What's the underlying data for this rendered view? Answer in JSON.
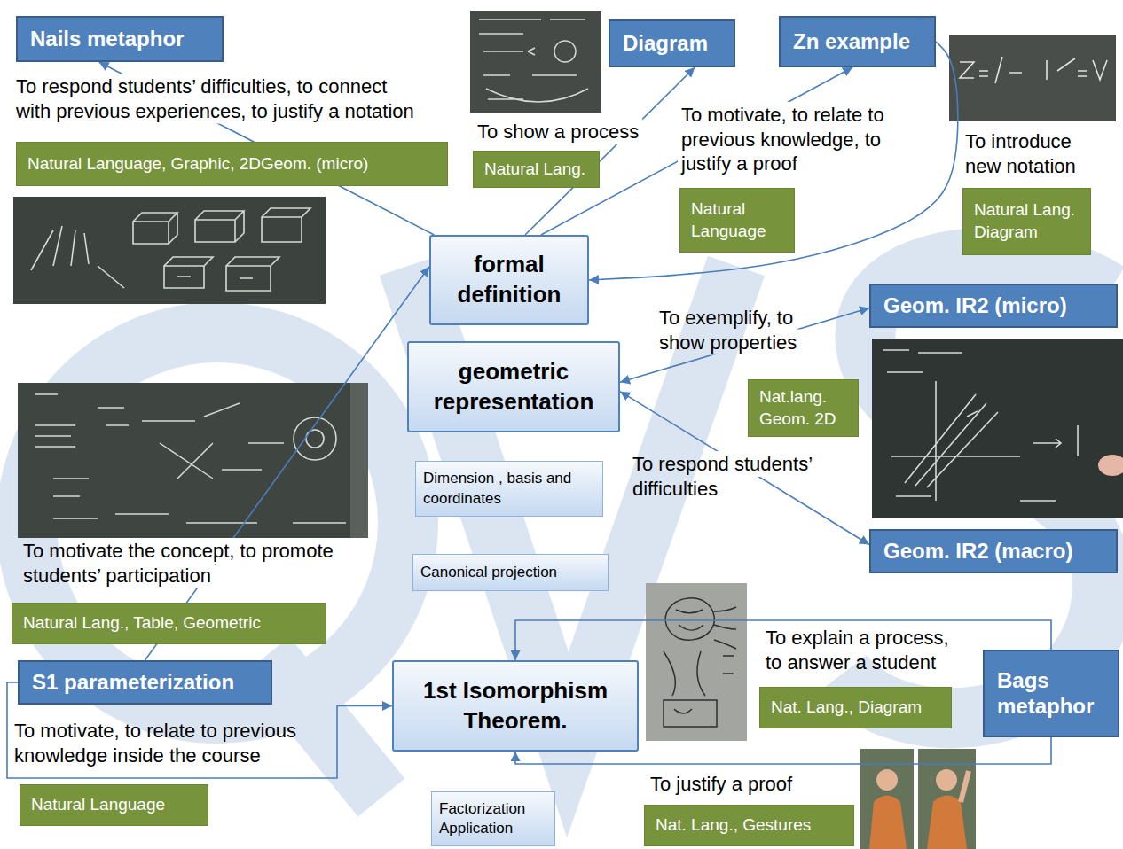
{
  "diagram": {
    "nodes": [
      {
        "text": [
          "Nails metaphor"
        ]
      },
      {
        "text": [
          "Diagram"
        ]
      },
      {
        "text": [
          "Zn example"
        ]
      },
      {
        "text": [
          "Natural Language, Graphic, 2DGeom. (micro)"
        ]
      },
      {
        "text": [
          "Natural Lang."
        ]
      },
      {
        "text": [
          "Natural Language"
        ]
      },
      {
        "text": [
          "Natural Lang. Diagram"
        ]
      },
      {
        "text": [
          "formal definition"
        ]
      },
      {
        "text": [
          "Geom. IR2 (micro)"
        ]
      },
      {
        "text": [
          "geometric representation"
        ]
      },
      {
        "text": [
          "Nat.lang. Geom. 2D"
        ]
      },
      {
        "text": [
          "Dimension , basis and coordinates"
        ]
      },
      {
        "text": [
          "Geom. IR2 (macro)"
        ]
      },
      {
        "text": [
          "Canonical projection"
        ]
      },
      {
        "text": [
          "Natural Lang., Table, Geometric"
        ]
      },
      {
        "text": [
          "S1 parameterization"
        ]
      },
      {
        "text": [
          "1st Isomorphism Theorem."
        ]
      },
      {
        "text": [
          "Bags metaphor"
        ]
      },
      {
        "text": [
          "Nat. Lang., Diagram"
        ]
      },
      {
        "text": [
          "Natural Language"
        ]
      },
      {
        "text": [
          "Factorization Application"
        ]
      },
      {
        "text": [
          "Nat. Lang., Gestures"
        ]
      }
    ],
    "edges": [
      {
        "from": 7,
        "to": 0,
        "arrow": "to"
      },
      {
        "from": 7,
        "to": 1,
        "arrow": "to"
      },
      {
        "from": 7,
        "to": 2,
        "arrow": "to"
      },
      {
        "from": 2,
        "to": 7,
        "arrow": "to"
      },
      {
        "from": 15,
        "to": 7,
        "arrow": "to"
      },
      {
        "from": 15,
        "to": 16,
        "arrow": "to"
      },
      {
        "from": 9,
        "to": 8,
        "arrow": "both"
      },
      {
        "from": 9,
        "to": 12,
        "arrow": "both"
      },
      {
        "from": 17,
        "to": 16,
        "arrow": "to"
      },
      {
        "from": 17,
        "to": 16,
        "arrow": "to"
      }
    ],
    "labels": [
      "To respond students’ difficulties, to connect with previous experiences, to justify a notation",
      "To show a process",
      "To motivate, to relate to previous knowledge, to justify a proof",
      "To introduce new notation",
      "To exemplify, to show properties",
      "To respond students’ difficulties",
      "To motivate the concept, to promote students’ participation",
      "To motivate, to relate to previous knowledge inside the course",
      "To explain a process, to answer a student",
      "To justify a proof"
    ]
  }
}
